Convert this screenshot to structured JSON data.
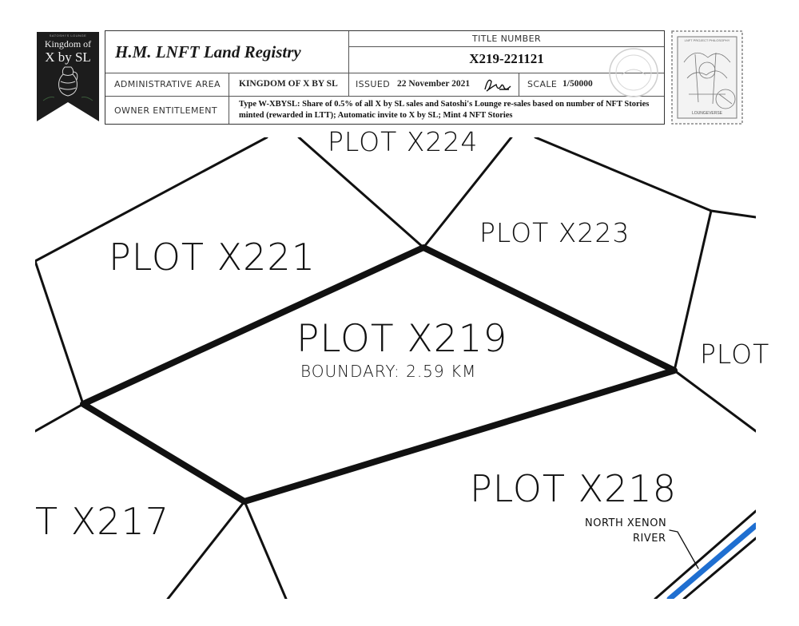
{
  "header": {
    "banner": {
      "line1": "Kingdom of",
      "line2": "X by SL",
      "small_text": "SATOSHI'S LOUNGE"
    },
    "registry_title": "H.M. LNFT Land Registry",
    "title_number_label": "TITLE NUMBER",
    "title_number": "X219-221121",
    "admin_area_label": "ADMINISTRATIVE AREA",
    "admin_area": "KINGDOM OF X BY SL",
    "issued_label": "ISSUED",
    "issued_date": "22 November 2021",
    "scale_label": "SCALE",
    "scale": "1/50000",
    "owner_label": "OWNER ENTITLEMENT",
    "owner_text": "Type W-XBYSL: Share of 0.5% of all X by SL sales and Satoshi's Lounge re-sales based on number of NFT Stories minted (rewarded in LTT); Automatic invite to X by SL; Mint 4 NFT Stories"
  },
  "stamp": {
    "top_text": "LNFT PROJECT PHILOSOPHY",
    "bottom_text": "LOUNGEVERSE"
  },
  "map": {
    "plots": {
      "x224": "PLOT X224",
      "x221": "PLOT X221",
      "x223": "PLOT X223",
      "x219": "PLOT X219",
      "x219_boundary": "BOUNDARY: 2.59 KM",
      "x_right": "PLOT",
      "x218": "PLOT X218",
      "x217": "T X217"
    },
    "river_label_line1": "NORTH XENON",
    "river_label_line2": "RIVER",
    "river_color": "#1f6fd1"
  }
}
